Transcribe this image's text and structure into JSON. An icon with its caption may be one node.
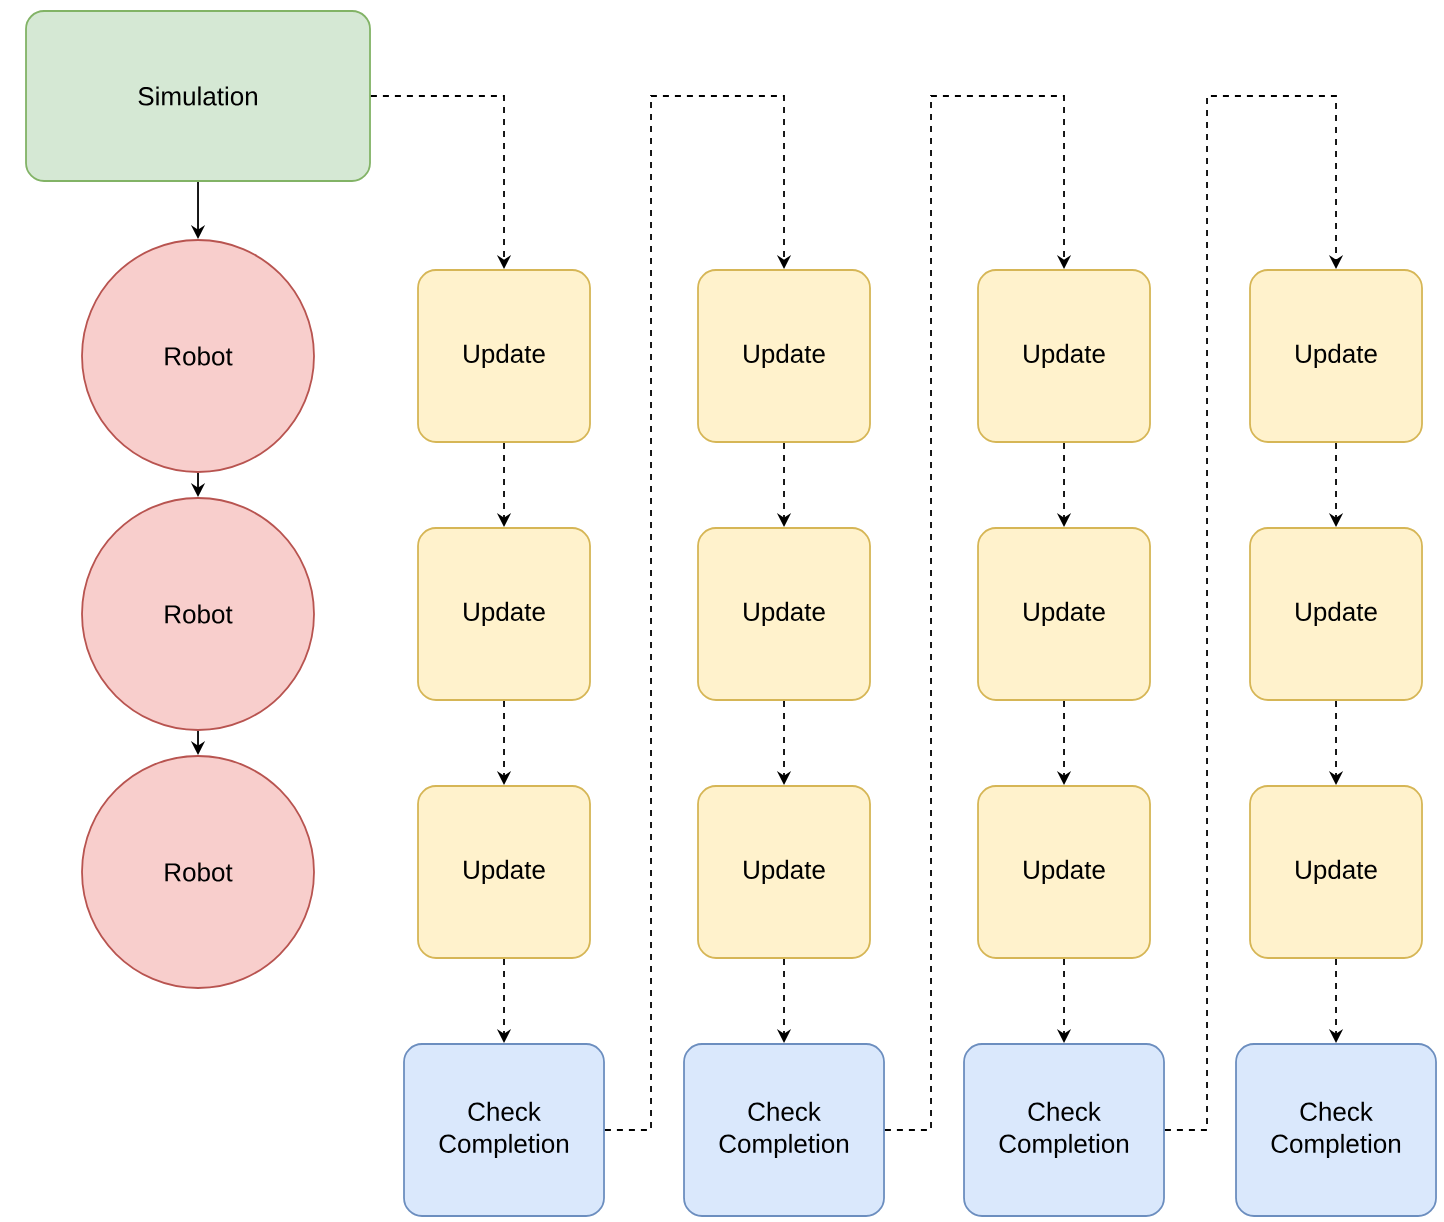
{
  "diagram": {
    "nodes": [
      {
        "text": [
          "Simulation"
        ]
      },
      {
        "text": [
          "Robot"
        ]
      },
      {
        "text": [
          "Robot"
        ]
      },
      {
        "text": [
          "Robot"
        ]
      },
      {
        "text": [
          "Update"
        ]
      },
      {
        "text": [
          "Update"
        ]
      },
      {
        "text": [
          "Update"
        ]
      },
      {
        "text": [
          "Check Completion"
        ]
      },
      {
        "text": [
          "Update"
        ]
      },
      {
        "text": [
          "Update"
        ]
      },
      {
        "text": [
          "Update"
        ]
      },
      {
        "text": [
          "Check Completion"
        ]
      },
      {
        "text": [
          "Update"
        ]
      },
      {
        "text": [
          "Update"
        ]
      },
      {
        "text": [
          "Update"
        ]
      },
      {
        "text": [
          "Check Completion"
        ]
      },
      {
        "text": [
          "Update"
        ]
      },
      {
        "text": [
          "Update"
        ]
      },
      {
        "text": [
          "Update"
        ]
      },
      {
        "text": [
          "Check Completion"
        ]
      }
    ],
    "edges": [
      {
        "from": 0,
        "to": 1,
        "arrow": "to"
      },
      {
        "from": 1,
        "to": 2,
        "arrow": "to"
      },
      {
        "from": 2,
        "to": 3,
        "arrow": "to"
      },
      {
        "from": 0,
        "to": 4,
        "arrow": "to",
        "style": "dashed"
      },
      {
        "from": 4,
        "to": 5,
        "arrow": "to",
        "style": "dashed"
      },
      {
        "from": 5,
        "to": 6,
        "arrow": "to",
        "style": "dashed"
      },
      {
        "from": 6,
        "to": 7,
        "arrow": "to",
        "style": "dashed"
      },
      {
        "from": 7,
        "to": 8,
        "arrow": "to",
        "style": "dashed"
      },
      {
        "from": 8,
        "to": 9,
        "arrow": "to",
        "style": "dashed"
      },
      {
        "from": 9,
        "to": 10,
        "arrow": "to",
        "style": "dashed"
      },
      {
        "from": 10,
        "to": 11,
        "arrow": "to",
        "style": "dashed"
      },
      {
        "from": 11,
        "to": 12,
        "arrow": "to",
        "style": "dashed"
      },
      {
        "from": 12,
        "to": 13,
        "arrow": "to",
        "style": "dashed"
      },
      {
        "from": 13,
        "to": 14,
        "arrow": "to",
        "style": "dashed"
      },
      {
        "from": 14,
        "to": 15,
        "arrow": "to",
        "style": "dashed"
      },
      {
        "from": 15,
        "to": 16,
        "arrow": "to",
        "style": "dashed"
      },
      {
        "from": 16,
        "to": 17,
        "arrow": "to",
        "style": "dashed"
      },
      {
        "from": 17,
        "to": 18,
        "arrow": "to",
        "style": "dashed"
      },
      {
        "from": 18,
        "to": 19,
        "arrow": "to",
        "style": "dashed"
      }
    ]
  }
}
